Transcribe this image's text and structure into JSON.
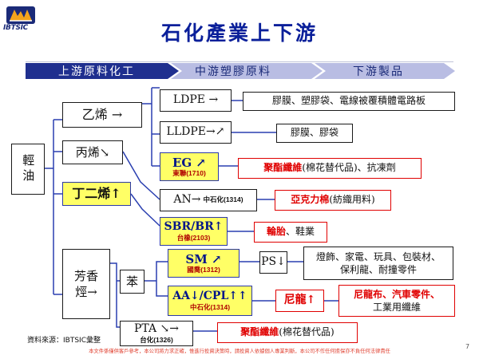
{
  "logo": {
    "text": "IBTSIC"
  },
  "title": "石化產業上下游",
  "stages": {
    "upstream": "上游原料化工",
    "midstream": "中游塑膠原料",
    "downstream": "下游製品"
  },
  "colors": {
    "title": "#0a1f9a",
    "band_dark": "#1f2f8f",
    "band_light": "#b9bde3",
    "highlight_fill": "#ffff66",
    "red": "#e00000"
  },
  "nodes": {
    "feedstock": "輕油",
    "ethylene": "乙烯 →",
    "propylene": "丙烯↘",
    "butadiene": "丁二烯↑",
    "aromatics": "芳香烴→",
    "benzene": "苯",
    "pta": {
      "label": "PTA ↘→",
      "company": "台化(1326)"
    },
    "ldpe": "LDPE →",
    "lldpe": "LLDPE→↗",
    "eg": {
      "label": "EG ↗",
      "company": "東聯(1710)"
    },
    "an": {
      "label": "AN→",
      "company": "中石化(1314)"
    },
    "sbr_br": {
      "label": "SBR/BR↑",
      "company": "台橡(2103)"
    },
    "sm": {
      "label": "SM ↗",
      "company": "國喬(1312)"
    },
    "ps": "PS↓",
    "aa_cpl": {
      "label": "AA↓/CPL↑↑",
      "company": "中石化(1314)"
    },
    "nylon": "尼龍↑"
  },
  "products": {
    "ldpe": "膠膜、塑膠袋、電線被覆積體電路板",
    "lldpe": "膠膜、膠袋",
    "eg": {
      "hl": "聚酯纖維",
      "rest": "(棉花替代品)、抗凍劑"
    },
    "an": {
      "hl": "亞克力棉",
      "rest": "(紡織用料)"
    },
    "sbr": {
      "hl": "輪胎",
      "rest": "、鞋業"
    },
    "ps": {
      "line1": "燈飾、家電、玩具、包裝材、",
      "line2": "保利龍、耐撞零件"
    },
    "nylon": {
      "hl": "尼龍布、汽車零件、",
      "line2": "工業用纖維"
    },
    "pta": {
      "hl": "聚酯纖維",
      "rest": "(棉花替代品)"
    }
  },
  "source_note": "資料來源：IBTSIC彙整",
  "disclaimer": "本文件係僅供客戶參考，本公司將力求正確，惟進行投資決策時，請投資人依據個人專業判斷，本公司不作任何擔保亦不負任何法律責任",
  "page_number": "7"
}
